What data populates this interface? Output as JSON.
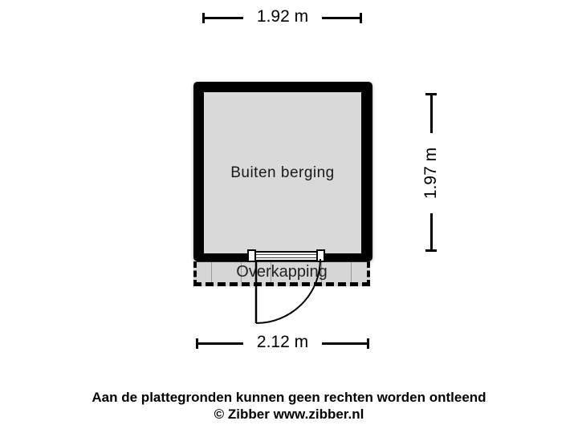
{
  "plan": {
    "room_label": "Buiten berging",
    "canopy_label": "Overkapping",
    "dimensions": {
      "top": "1.92 m",
      "right": "1.97 m",
      "bottom": "2.12 m"
    }
  },
  "footer": {
    "disclaimer": "Aan de plattegronden kunnen geen rechten worden ontleend",
    "copyright": "© Zibber www.zibber.nl"
  },
  "colors": {
    "background": "#ffffff",
    "wall": "#000000",
    "floor": "#d9d9d9",
    "canopy_fill": "#d6d6d6",
    "text": "#1a1a1a"
  }
}
